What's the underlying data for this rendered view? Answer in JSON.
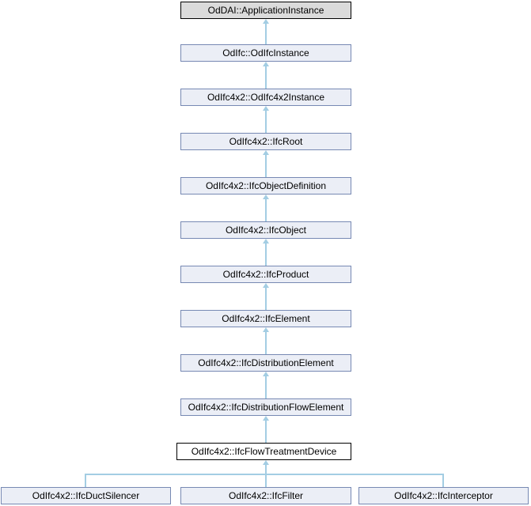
{
  "diagram_type": "class-inheritance-graph",
  "nodes": [
    {
      "label": "OdDAI::ApplicationInstance",
      "role": "root-base-class"
    },
    {
      "label": "OdIfc::OdIfcInstance",
      "role": "base-class"
    },
    {
      "label": "OdIfc4x2::OdIfc4x2Instance",
      "role": "base-class"
    },
    {
      "label": "OdIfc4x2::IfcRoot",
      "role": "base-class"
    },
    {
      "label": "OdIfc4x2::IfcObjectDefinition",
      "role": "base-class"
    },
    {
      "label": "OdIfc4x2::IfcObject",
      "role": "base-class"
    },
    {
      "label": "OdIfc4x2::IfcProduct",
      "role": "base-class"
    },
    {
      "label": "OdIfc4x2::IfcElement",
      "role": "base-class"
    },
    {
      "label": "OdIfc4x2::IfcDistributionElement",
      "role": "base-class"
    },
    {
      "label": "OdIfc4x2::IfcDistributionFlowElement",
      "role": "base-class"
    },
    {
      "label": "OdIfc4x2::IfcFlowTreatmentDevice",
      "role": "current-class"
    },
    {
      "label": "OdIfc4x2::IfcDuctSilencer",
      "role": "derived-class"
    },
    {
      "label": "OdIfc4x2::IfcFilter",
      "role": "derived-class"
    },
    {
      "label": "OdIfc4x2::IfcInterceptor",
      "role": "derived-class"
    }
  ],
  "colors": {
    "background": "#ffffff",
    "node_fill": "#ebeef6",
    "node_border": "#7789b3",
    "root_fill": "#dbdbdb",
    "current_fill": "#ffffff",
    "black_border": "#000000",
    "edge": "#a3cde3",
    "text": "#000000"
  }
}
